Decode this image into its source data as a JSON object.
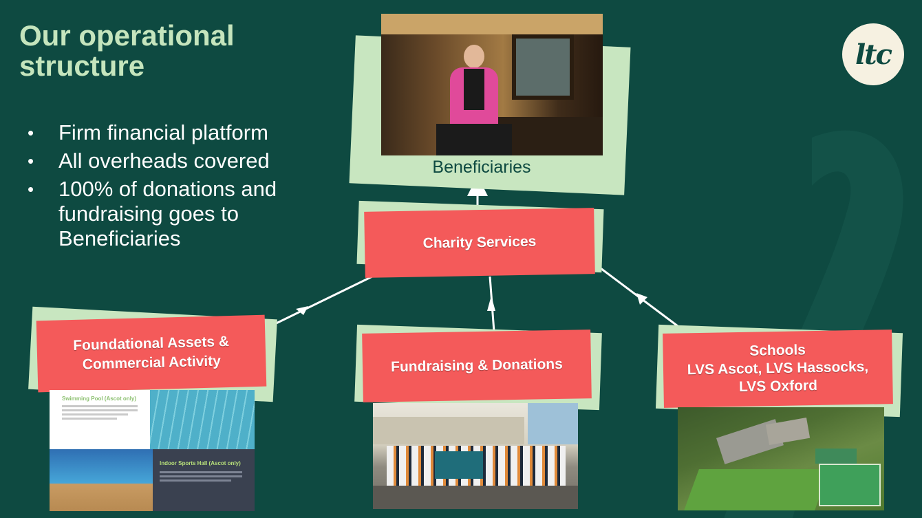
{
  "title": "Our operational structure",
  "bullets": [
    "Firm financial platform",
    "All overheads covered",
    "100% of donations and fundraising goes to Beneficiaries"
  ],
  "logo_text": "ltc",
  "beneficiaries": {
    "caption": "Beneficiaries"
  },
  "charity_services": {
    "label": "Charity Services"
  },
  "foundational": {
    "line1": "Foundational Assets &",
    "line2": "Commercial Activity"
  },
  "fundraising": {
    "label": "Fundraising & Donations"
  },
  "schools": {
    "line1": "Schools",
    "line2": "LVS Ascot, LVS Hassocks,",
    "line3": "LVS Oxford"
  },
  "collage": {
    "pool_title": "Swimming Pool (Ascot only)",
    "hall_title": "Indoor Sports Hall (Ascot only)"
  },
  "colors": {
    "background": "#0e4a41",
    "title": "#c5e5bd",
    "card": "#c8e6c0",
    "red": "#f45a5a"
  }
}
